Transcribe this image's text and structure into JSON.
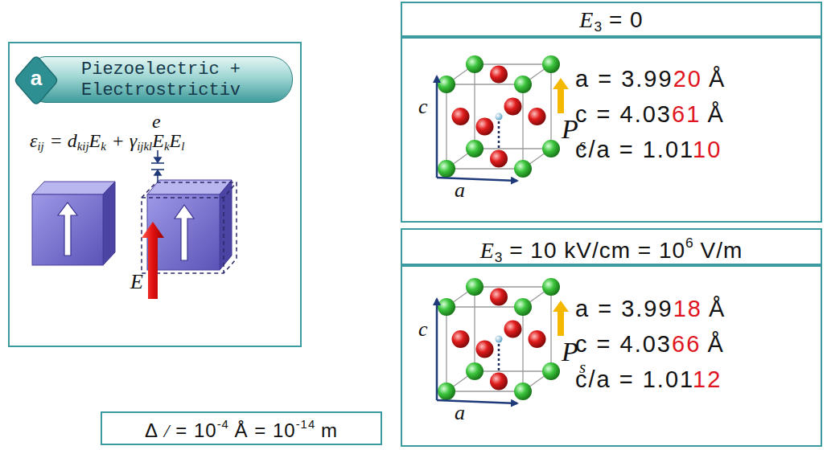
{
  "diagram": {
    "nodes": [
      {
        "text": [
          "e",
          "ε",
          "ij",
          "= d",
          "kij",
          "E",
          "k",
          "+ γ",
          "ijkl",
          "E",
          "k",
          "E",
          "l"
        ]
      },
      {
        "text": [
          "Piezoelectric + Electrostrictiv"
        ],
        "in": 0
      },
      {
        "text": [
          "a"
        ],
        "in": 1
      },
      {
        "text": [
          "E",
          "3",
          "= 0"
        ]
      },
      {
        "text": [
          "a = 3.99",
          "20",
          "Å",
          "c = 4.03",
          "61",
          "Å",
          "c/a = 1.01",
          "10"
        ]
      },
      {
        "text": [
          "E",
          "3",
          "= 10 kV/cm = 10",
          "6",
          "V/m"
        ]
      },
      {
        "text": [
          "a = 3.99",
          "18",
          "Å",
          "c = 4.03",
          "66",
          "Å",
          "c/a = 1.01",
          "12"
        ]
      },
      {
        "text": [
          "Δ",
          "/",
          "= 10",
          "-4",
          "Å = 10",
          "-14",
          "m"
        ]
      }
    ],
    "labels": [
      "E",
      "c",
      "a",
      "P",
      "s",
      "c",
      "a",
      "P",
      "s"
    ]
  }
}
